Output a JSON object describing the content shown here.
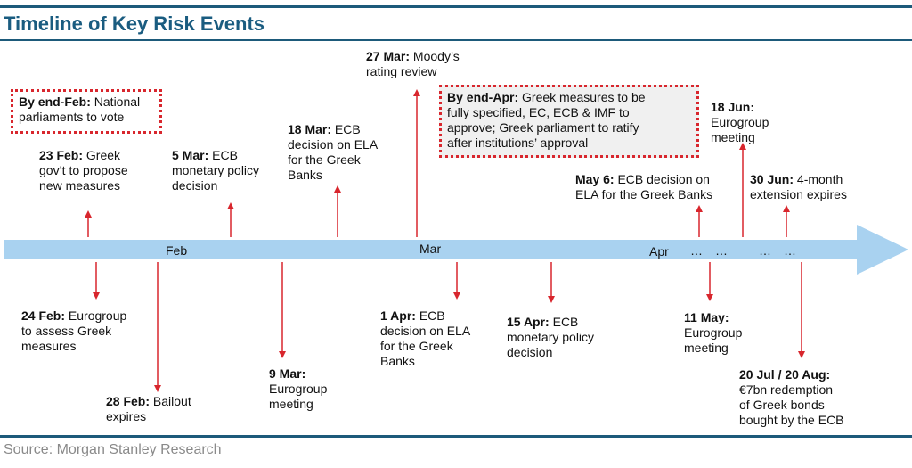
{
  "title": "Timeline of Key Risk Events",
  "source": "Source: Morgan Stanley Research",
  "axis": {
    "months": [
      "Feb",
      "Mar",
      "Apr"
    ],
    "ellipses": [
      "…",
      "…",
      "…",
      "…"
    ]
  },
  "colors": {
    "title": "#1a5c80",
    "rule": "#1d5a7a",
    "arrow": "#d8262d",
    "timeline": "#a9d2f0",
    "box_border": "#d8262d",
    "box_fill": "#f0f0f0"
  },
  "highlights": [
    {
      "date": "By end-Feb:",
      "lines": [
        " National",
        "parliaments to vote"
      ]
    },
    {
      "date": "By end-Apr:",
      "lines": [
        " Greek measures to be",
        "fully specified, EC, ECB & IMF to",
        "approve; Greek parliament to ratify",
        "after institutions’ approval"
      ]
    }
  ],
  "events_above": [
    {
      "date": "23 Feb:",
      "lines": [
        " Greek",
        "gov’t to propose",
        "new measures"
      ]
    },
    {
      "date": "5 Mar:",
      "lines": [
        " ECB",
        "monetary policy",
        "decision"
      ]
    },
    {
      "date": "18 Mar:",
      "lines": [
        " ECB",
        "decision on ELA",
        "for the Greek",
        "Banks"
      ]
    },
    {
      "date": "27 Mar:",
      "lines": [
        " Moody’s",
        "rating review"
      ]
    },
    {
      "date": "May 6:",
      "lines": [
        " ECB decision on",
        "ELA for the Greek Banks"
      ]
    },
    {
      "date": "18 Jun:",
      "lines": [
        "",
        "Eurogroup",
        "meeting"
      ]
    },
    {
      "date": "30 Jun:",
      "lines": [
        " 4-month",
        "extension expires"
      ]
    }
  ],
  "events_below": [
    {
      "date": "24 Feb:",
      "lines": [
        " Eurogroup",
        "to assess Greek",
        "measures"
      ]
    },
    {
      "date": "28 Feb:",
      "lines": [
        " Bailout",
        "expires"
      ]
    },
    {
      "date": "9 Mar:",
      "lines": [
        "",
        "Eurogroup",
        "meeting"
      ]
    },
    {
      "date": "1 Apr:",
      "lines": [
        " ECB",
        "decision on ELA",
        "for the Greek",
        "Banks"
      ]
    },
    {
      "date": "15 Apr:",
      "lines": [
        " ECB",
        "monetary policy",
        "decision"
      ]
    },
    {
      "date": "11 May:",
      "lines": [
        "",
        "Eurogroup",
        "meeting"
      ]
    },
    {
      "date": "20 Jul / 20 Aug:",
      "lines": [
        "",
        "€7bn redemption",
        "of Greek bonds",
        "bought by the ECB"
      ]
    }
  ]
}
